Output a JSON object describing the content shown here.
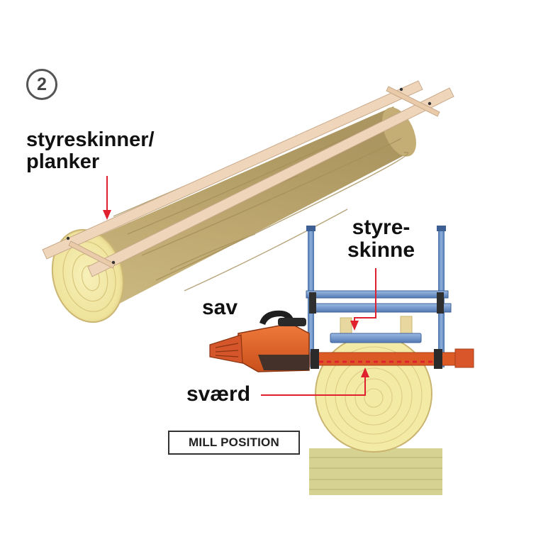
{
  "figure": {
    "step_number": "2",
    "box_label": "MILL POSITION"
  },
  "labels": {
    "rails_line1": "styreskinner/",
    "rails_line2": "planker",
    "guide_rail_line1": "styre-",
    "guide_rail_line2": "skinne",
    "saw": "sav",
    "bar": "sværd"
  },
  "colors": {
    "log_wood": "#c6b27b",
    "log_end": "#f2e9a8",
    "rail_wood": "#edd1b4",
    "frame_steel": "#6c92c8",
    "saw_body": "#e06026",
    "pointer": "#e0202e",
    "ground_block": "#d2cf8c"
  },
  "icons": {
    "step_number": "circled-number-icon",
    "pointer": "red-arrow-icon"
  }
}
